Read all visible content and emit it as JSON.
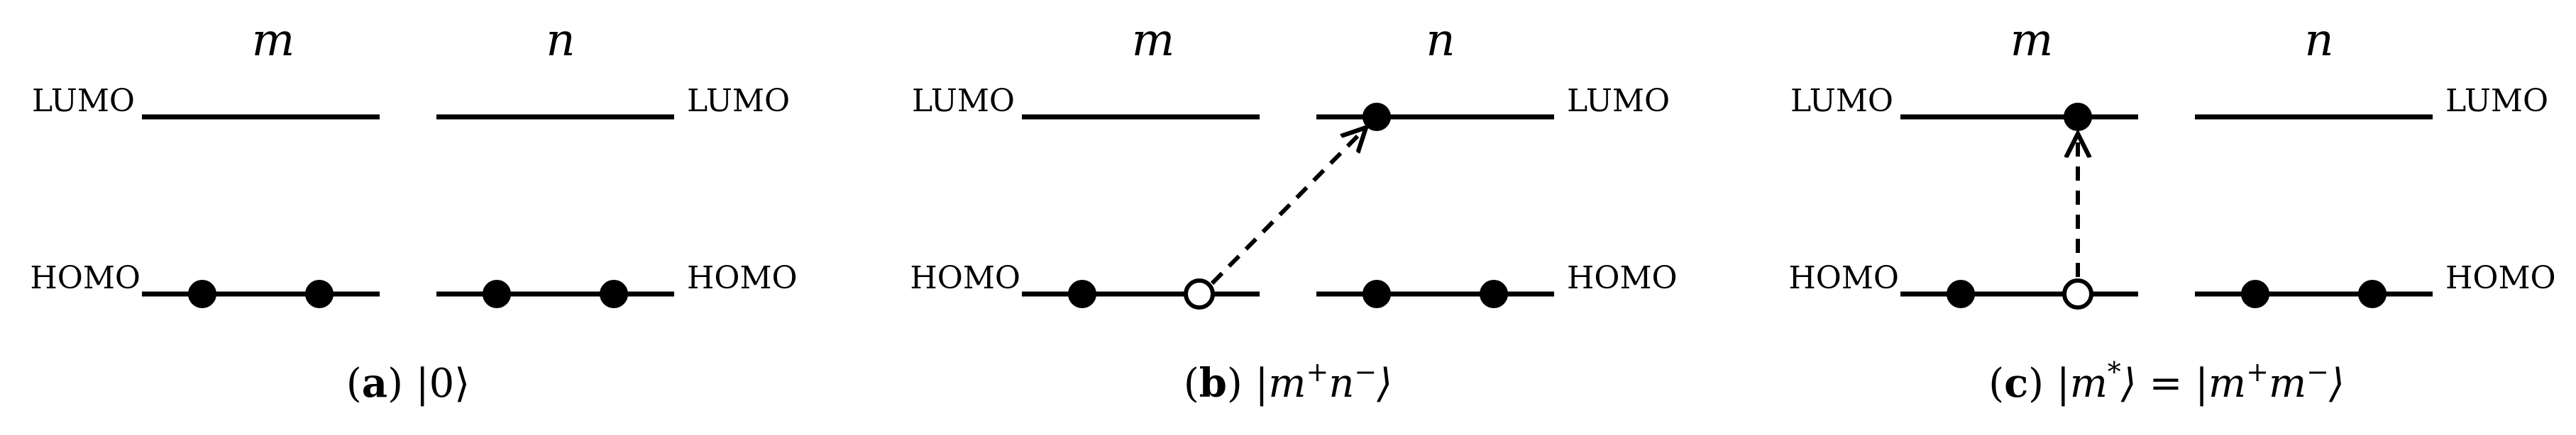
{
  "panels": [
    {
      "id": "a",
      "site_left": "m",
      "site_right": "n",
      "lumo_label_left": "LUMO",
      "lumo_label_right": "LUMO",
      "homo_label_left": "HOMO",
      "homo_label_right": "HOMO",
      "caption_letter": "a",
      "caption_parts": [
        "|0⟩"
      ],
      "electrons": {
        "m_homo": [
          "filled",
          "filled"
        ],
        "n_homo": [
          "filled",
          "filled"
        ],
        "m_lumo": [],
        "n_lumo": []
      },
      "arrow": "none"
    },
    {
      "id": "b",
      "site_left": "m",
      "site_right": "n",
      "lumo_label_left": "LUMO",
      "lumo_label_right": "LUMO",
      "homo_label_left": "HOMO",
      "homo_label_right": "HOMO",
      "caption_letter": "b",
      "caption_parts": [
        "|m",
        "+",
        "n",
        "−",
        "⟩"
      ],
      "electrons": {
        "m_homo": [
          "filled",
          "hole"
        ],
        "n_homo": [
          "filled",
          "filled"
        ],
        "m_lumo": [],
        "n_lumo": [
          "filled"
        ]
      },
      "arrow": "m_homo_to_n_lumo"
    },
    {
      "id": "c",
      "site_left": "m",
      "site_right": "n",
      "lumo_label_left": "LUMO",
      "lumo_label_right": "LUMO",
      "homo_label_left": "HOMO",
      "homo_label_right": "HOMO",
      "caption_letter": "c",
      "caption_parts": [
        "|m",
        "*",
        "⟩ = |m",
        "+",
        "m",
        "−",
        "⟩"
      ],
      "electrons": {
        "m_homo": [
          "filled",
          "hole"
        ],
        "n_homo": [
          "filled",
          "filled"
        ],
        "m_lumo": [
          "filled"
        ],
        "n_lumo": []
      },
      "arrow": "m_homo_to_m_lumo"
    }
  ]
}
